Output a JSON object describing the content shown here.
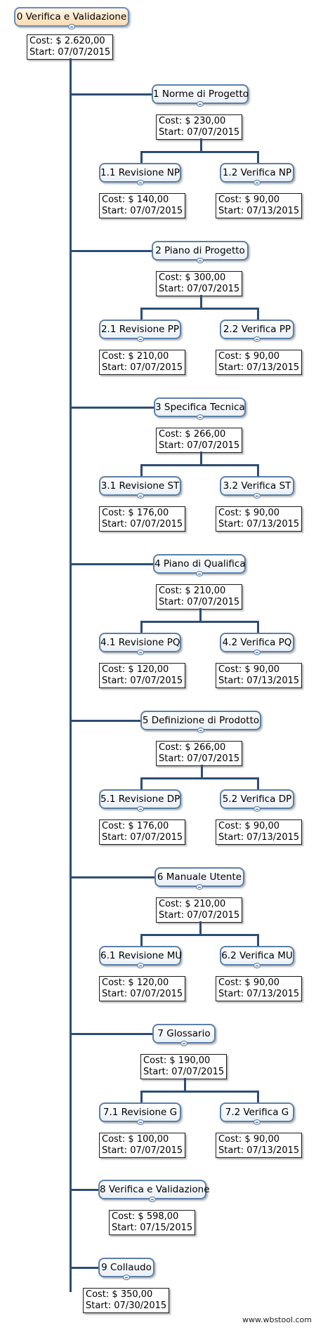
{
  "root": {
    "title": "0 Verifica e Validazione",
    "cost": "Cost: $ 2.620,00",
    "start": "Start: 07/07/2015"
  },
  "groups": [
    {
      "title": "1 Norme di Progetto",
      "cost": "Cost: $ 230,00",
      "start": "Start: 07/07/2015",
      "children": [
        {
          "title": "1.1 Revisione NP",
          "cost": "Cost: $ 140,00",
          "start": "Start: 07/07/2015"
        },
        {
          "title": "1.2 Verifica NP",
          "cost": "Cost: $ 90,00",
          "start": "Start: 07/13/2015"
        }
      ]
    },
    {
      "title": "2 Piano di Progetto",
      "cost": "Cost: $ 300,00",
      "start": "Start: 07/07/2015",
      "children": [
        {
          "title": "2.1 Revisione PP",
          "cost": "Cost: $ 210,00",
          "start": "Start: 07/07/2015"
        },
        {
          "title": "2.2 Verifica PP",
          "cost": "Cost: $ 90,00",
          "start": "Start: 07/13/2015"
        }
      ]
    },
    {
      "title": "3 Specifica Tecnica",
      "cost": "Cost: $ 266,00",
      "start": "Start: 07/07/2015",
      "children": [
        {
          "title": "3.1 Revisione ST",
          "cost": "Cost: $ 176,00",
          "start": "Start: 07/07/2015"
        },
        {
          "title": "3.2 Verifica ST",
          "cost": "Cost: $ 90,00",
          "start": "Start: 07/13/2015"
        }
      ]
    },
    {
      "title": "4 Piano di Qualifica",
      "cost": "Cost: $ 210,00",
      "start": "Start: 07/07/2015",
      "children": [
        {
          "title": "4.1 Revisione PQ",
          "cost": "Cost: $ 120,00",
          "start": "Start: 07/07/2015"
        },
        {
          "title": "4.2 Verifica PQ",
          "cost": "Cost: $ 90,00",
          "start": "Start: 07/13/2015"
        }
      ]
    },
    {
      "title": "5 Definizione di Prodotto",
      "cost": "Cost: $ 266,00",
      "start": "Start: 07/07/2015",
      "children": [
        {
          "title": "5.1 Revisione DP",
          "cost": "Cost: $ 176,00",
          "start": "Start: 07/07/2015"
        },
        {
          "title": "5.2 Verifica DP",
          "cost": "Cost: $ 90,00",
          "start": "Start: 07/13/2015"
        }
      ]
    },
    {
      "title": "6 Manuale Utente",
      "cost": "Cost: $ 210,00",
      "start": "Start: 07/07/2015",
      "children": [
        {
          "title": "6.1 Revisione MU",
          "cost": "Cost: $ 120,00",
          "start": "Start: 07/07/2015"
        },
        {
          "title": "6.2 Verifica MU",
          "cost": "Cost: $ 90,00",
          "start": "Start: 07/13/2015"
        }
      ]
    },
    {
      "title": "7 Glossario",
      "cost": "Cost: $ 190,00",
      "start": "Start: 07/07/2015",
      "children": [
        {
          "title": "7.1 Revisione G",
          "cost": "Cost: $ 100,00",
          "start": "Start: 07/07/2015"
        },
        {
          "title": "7.2 Verifica G",
          "cost": "Cost: $ 90,00",
          "start": "Start: 07/13/2015"
        }
      ]
    }
  ],
  "leaves": [
    {
      "title": "8 Verifica e Validazione",
      "cost": "Cost: $ 598,00",
      "start": "Start: 07/15/2015"
    },
    {
      "title": "9 Collaudo",
      "cost": "Cost: $ 350,00",
      "start": "Start: 07/30/2015"
    }
  ],
  "footer": "www.wbstool.com"
}
